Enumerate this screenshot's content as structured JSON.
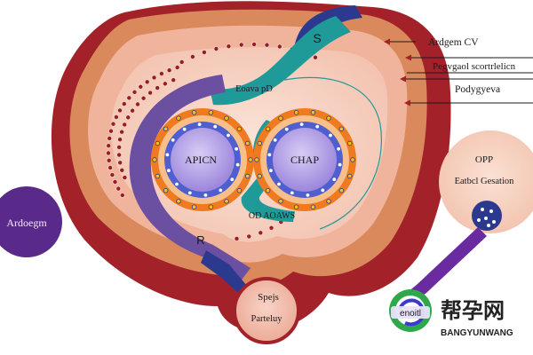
{
  "labels": {
    "top_right_1": "Ardgem CV",
    "top_right_2": "Pegvgaol scortrlelicn",
    "top_right_3": "Podygyeva",
    "left_circle": "Ardoegm",
    "inner_band": "Eoava pD",
    "letter_s": "S",
    "left_core": "APICN",
    "right_core": "CHAP",
    "lower_band": "OD AOAWS",
    "letter_r": "R",
    "bottom_circle_line1": "Spejs",
    "bottom_circle_line2": "Parteluy",
    "right_circle_line1": "OPP",
    "right_circle_line2": "Eatbcl Gesation"
  },
  "watermark": {
    "badge_text": "enoitl",
    "name_cn": "帮孕网",
    "name_en": "BANGYUNWANG"
  },
  "colors": {
    "outer_dark_red": "#a3222a",
    "tan_layer": "#d9895c",
    "salmon_layer": "#f0b39b",
    "inner_pink": "#f8d8cc",
    "navy_band": "#2b3a8f",
    "teal_band": "#1f9a98",
    "purple_band": "#6b4fa0",
    "orange_ring": "#ef7a1f",
    "blue_core": "#4f5fd0",
    "lavender_core": "#b7a4e8",
    "left_circle_purple": "#5a2a8a",
    "violet_rod": "#6a2aa0",
    "brand_green": "#2ea84a"
  }
}
